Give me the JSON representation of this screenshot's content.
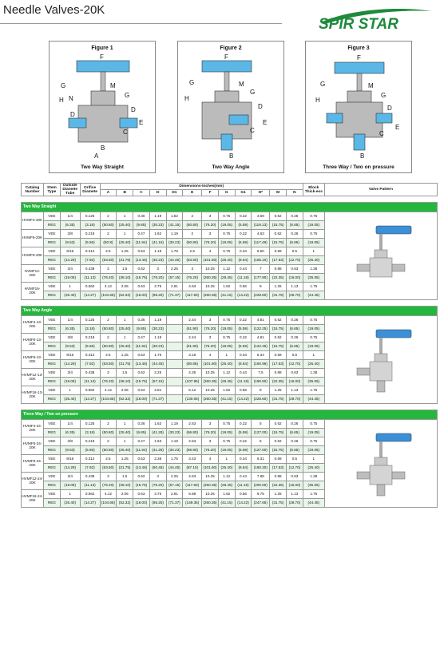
{
  "page": {
    "title": "Needle Valves-20K",
    "brand": "SPIR STAR"
  },
  "figures": [
    {
      "title": "Figure 1",
      "caption": "Two Way Straight"
    },
    {
      "title": "Figure 2",
      "caption": "Two Way Angle"
    },
    {
      "title": "Figure 3",
      "caption": "Three Way / Two on pressure"
    }
  ],
  "table": {
    "headers": {
      "catalog": "Catalog Number",
      "stem": "Stem Type",
      "outside": "Outside Diamete Tube",
      "orifice": "Orifice Diamete",
      "dims": "Dimensions-Inches(mm)",
      "block": "Block Thick-ess",
      "valve": "Valve Pattern"
    },
    "dim_cols": [
      "A",
      "B",
      "C",
      "D",
      "D1",
      "E",
      "F",
      "G",
      "G1",
      "H*",
      "M",
      "N"
    ],
    "sections": [
      {
        "title": "Two Way Straight",
        "rows": [
          {
            "cat": "HVMF4-20K",
            "stem": "VEE",
            "in": [
              "1/4",
              "0.125",
              "2",
              "1",
              "0.36",
              "1.19",
              "1.62",
              "2",
              "3",
              "0.75",
              "0.22",
              "4.69",
              "0.62",
              "0.26",
              "0.75"
            ],
            "mm": [
              "(6.35)",
              "(3.18)",
              "(50.80)",
              "(25.40)",
              "(9.85)",
              "(30.23)",
              "(41.15)",
              "(50.80)",
              "(76.20)",
              "(19.05)",
              "(5.59)",
              "(119.13)",
              "(15.75)",
              "(6.65)",
              "(19.05)"
            ]
          },
          {
            "cat": "HVMF6-20K",
            "stem": "VEE",
            "in": [
              "3/8",
              "0.219",
              "2",
              "1",
              "0.47",
              "1.62",
              "1.19",
              "2",
              "3",
              "0.75",
              "0.22",
              "4.63",
              "0.62",
              "0.26",
              "0.75"
            ],
            "mm": [
              "(9.53)",
              "(5.56)",
              "(50.8)",
              "(25.40)",
              "(11.94)",
              "(41.15)",
              "(30.23)",
              "(50.80)",
              "(76.20)",
              "(19.05)",
              "(5.59)",
              "(117.48)",
              "(15.75)",
              "(6.65)",
              "(19.05)"
            ]
          },
          {
            "cat": "HVMF9-20K",
            "stem": "VEE",
            "in": [
              "9/16",
              "0.312",
              "2.5",
              "1.25",
              "0.53",
              "1.19",
              "1.75",
              "2.5",
              "4",
              "0.75",
              "0.34",
              "6.50",
              "0.69",
              "0.5",
              "1"
            ],
            "mm": [
              "(14.29)",
              "(7.92)",
              "(63.50)",
              "(31.75)",
              "(13.46)",
              "(30.23)",
              "(44.45)",
              "(63.50)",
              "(101.60)",
              "(25.40)",
              "(8.64)",
              "(165.10)",
              "(17.53)",
              "(12.70)",
              "(25.40)"
            ]
          },
          {
            "cat": "HVMF12-20K",
            "stem": "VEE",
            "in": [
              "3/4",
              "0.438",
              "3",
              "1.5",
              "0.62",
              "3",
              "2.25",
              "3",
              "10.25",
              "1.12",
              "0.44",
              "7",
              "0.88",
              "0.63",
              "1.38"
            ],
            "mm": [
              "(19.05)",
              "(11.13)",
              "(76.20)",
              "(38.10)",
              "(15.75)",
              "(76.20)",
              "(57.15)",
              "(76.20)",
              "(260.35)",
              "(28.45)",
              "(11.18)",
              "(177.80)",
              "(22.35)",
              "(16.00)",
              "(35.05)"
            ]
          },
          {
            "cat": "HVMF16-20K",
            "stem": "VEE",
            "in": [
              "1",
              "0.562",
              "4.12",
              "2.06",
              "0.63",
              "3.75",
              "2.81",
              "4.63",
              "10.25",
              "1.62",
              "0.56",
              "9",
              "1.25",
              "1.13",
              "1.75"
            ],
            "mm": [
              "(25.40)",
              "(14.27)",
              "(104.65)",
              "(52.32)",
              "(16.00)",
              "(95.25)",
              "(71.37)",
              "(117.60)",
              "(260.35)",
              "(41.15)",
              "(14.22)",
              "(228.60)",
              "(31.75)",
              "(28.70)",
              "(44.45)"
            ]
          }
        ]
      },
      {
        "title": "Two Way Angle",
        "rows": [
          {
            "cat": "HVMF4-13-20K",
            "stem": "VEE",
            "in": [
              "1/4",
              "0.125",
              "2",
              "1",
              "0.36",
              "1.19",
              "",
              "2.44",
              "3",
              "0.75",
              "0.22",
              "4.81",
              "0.62",
              "0.26",
              "0.75"
            ],
            "mm": [
              "(6.35)",
              "(3.18)",
              "(50.80)",
              "(25.40)",
              "(9.85)",
              "(30.23)",
              "",
              "(61.90)",
              "(76.20)",
              "(19.05)",
              "(5.59)",
              "(122.25)",
              "(15.75)",
              "(6.65)",
              "(19.05)"
            ]
          },
          {
            "cat": "HVMF6-13-20K",
            "stem": "VEE",
            "in": [
              "3/8",
              "0.219",
              "2",
              "1",
              "0.47",
              "1.19",
              "",
              "2.44",
              "3",
              "0.75",
              "0.22",
              "4.81",
              "0.62",
              "0.26",
              "0.75"
            ],
            "mm": [
              "(9.53)",
              "(5.56)",
              "(50.80)",
              "(25.40)",
              "(11.94)",
              "(30.23)",
              "",
              "(61.90)",
              "(76.20)",
              "(19.05)",
              "(5.59)",
              "(122.25)",
              "(15.75)",
              "(6.65)",
              "(19.05)"
            ]
          },
          {
            "cat": "HVMF9-13-20K",
            "stem": "VEE",
            "in": [
              "9/16",
              "0.312",
              "2.5",
              "1.25",
              "0.53",
              "1.75",
              "",
              "3.18",
              "4",
              "1",
              "0.34",
              "6.34",
              "0.69",
              "0.5",
              "1"
            ],
            "mm": [
              "(14.29)",
              "(7.92)",
              "(63.50)",
              "(31.75)",
              "(13.46)",
              "(44.45)",
              "",
              "(80.85)",
              "(101.60)",
              "(25.40)",
              "(8.64)",
              "(160.96)",
              "(17.53)",
              "(12.70)",
              "(25.40)"
            ]
          },
          {
            "cat": "HVMF12-13-20K",
            "stem": "VEE",
            "in": [
              "3/4",
              "0.438",
              "3",
              "1.5",
              "0.62",
              "2.25",
              "",
              "4.25",
              "10.25",
              "1.12",
              "0.44",
              "7.5",
              "0.88",
              "0.63",
              "1.38"
            ],
            "mm": [
              "(19.05)",
              "(11.13)",
              "(76.20)",
              "(38.10)",
              "(15.75)",
              "(57.15)",
              "",
              "(107.95)",
              "(260.35)",
              "(28.45)",
              "(11.18)",
              "(190.50)",
              "(22.35)",
              "(16.00)",
              "(35.05)"
            ]
          },
          {
            "cat": "HVMF16-13-20K",
            "stem": "VEE",
            "in": [
              "1",
              "0.562",
              "4.12",
              "2.06",
              "0.63",
              "2.81",
              "",
              "5.12",
              "10.25",
              "1.62",
              "0.56",
              "9",
              "1.25",
              "1.13",
              "1.75"
            ],
            "mm": [
              "(25.40)",
              "(14.27)",
              "(104.65)",
              "(52.32)",
              "(16.00)",
              "(71.37)",
              "",
              "(130.05)",
              "(260.35)",
              "(41.15)",
              "(14.22)",
              "(228.60)",
              "(31.75)",
              "(28.70)",
              "(44.45)"
            ]
          }
        ]
      },
      {
        "title": "Three Way / Two on pressure",
        "rows": [
          {
            "cat": "HVMF4-24-20K",
            "stem": "VEE",
            "in": [
              "1/4",
              "0.125",
              "2",
              "1",
              "0.36",
              "1.63",
              "1.19",
              "2.63",
              "3",
              "0.75",
              "0.22",
              "5",
              "0.62",
              "0.26",
              "0.75"
            ],
            "mm": [
              "(6.35)",
              "(3.18)",
              "(50.80)",
              "(25.40)",
              "(9.85)",
              "(41.28)",
              "(30.23)",
              "(66.80)",
              "(76.20)",
              "(19.05)",
              "(5.59)",
              "(127.00)",
              "(15.75)",
              "(6.65)",
              "(19.05)"
            ]
          },
          {
            "cat": "HVMF6-24-20K",
            "stem": "VEE",
            "in": [
              "3/8",
              "0.219",
              "2",
              "1",
              "0.47",
              "1.63",
              "1.19",
              "2.63",
              "3",
              "0.75",
              "0.22",
              "5",
              "0.62",
              "0.26",
              "0.75"
            ],
            "mm": [
              "(9.53)",
              "(5.56)",
              "(50.80)",
              "(25.40)",
              "(11.94)",
              "(41.28)",
              "(30.23)",
              "(66.80)",
              "(76.20)",
              "(19.05)",
              "(5.59)",
              "(127.00)",
              "(15.75)",
              "(6.65)",
              "(19.05)"
            ]
          },
          {
            "cat": "HVMF9-24-20K",
            "stem": "VEE",
            "in": [
              "9/16",
              "0.312",
              "2.5",
              "1.25",
              "0.53",
              "2.38",
              "1.75",
              "3.43",
              "4",
              "1",
              "0.34",
              "6.31",
              "0.69",
              "0.5",
              "1"
            ],
            "mm": [
              "(14.29)",
              "(7.92)",
              "(63.50)",
              "(31.75)",
              "(13.46)",
              "(60.45)",
              "(44.45)",
              "(87.10)",
              "(101.60)",
              "(25.40)",
              "(8.64)",
              "(160.30)",
              "(17.53)",
              "(12.70)",
              "(25.40)"
            ]
          },
          {
            "cat": "HVMF12-24-20K",
            "stem": "VEE",
            "in": [
              "3/4",
              "0.438",
              "3",
              "1.5",
              "0.62",
              "3",
              "2.25",
              "4.63",
              "10.25",
              "1.12",
              "0.44",
              "7.88",
              "0.88",
              "0.63",
              "1.38"
            ],
            "mm": [
              "(19.05)",
              "(11.13)",
              "(76.20)",
              "(38.10)",
              "(15.75)",
              "(76.20)",
              "(57.15)",
              "(117.60)",
              "(260.35)",
              "(28.45)",
              "(11.18)",
              "(200.00)",
              "(22.35)",
              "(16.00)",
              "(35.05)"
            ]
          },
          {
            "cat": "HVMF16-24-20K",
            "stem": "VEE",
            "in": [
              "1",
              "0.562",
              "4.12",
              "2.06",
              "0.63",
              "3.75",
              "2.81",
              "5.88",
              "10.25",
              "1.62",
              "0.56",
              "9.75",
              "1.25",
              "1.13",
              "1.75"
            ],
            "mm": [
              "(25.40)",
              "(14.27)",
              "(104.65)",
              "(52.32)",
              "(16.00)",
              "(95.25)",
              "(71.37)",
              "(149.35)",
              "(260.35)",
              "(41.15)",
              "(14.22)",
              "(247.65)",
              "(31.75)",
              "(28.70)",
              "(44.45)"
            ]
          }
        ]
      }
    ],
    "stem_mm": "REG"
  },
  "colors": {
    "green": "#23b83d",
    "blue": "#5bb7e6",
    "logo_green": "#1f8a3d"
  }
}
